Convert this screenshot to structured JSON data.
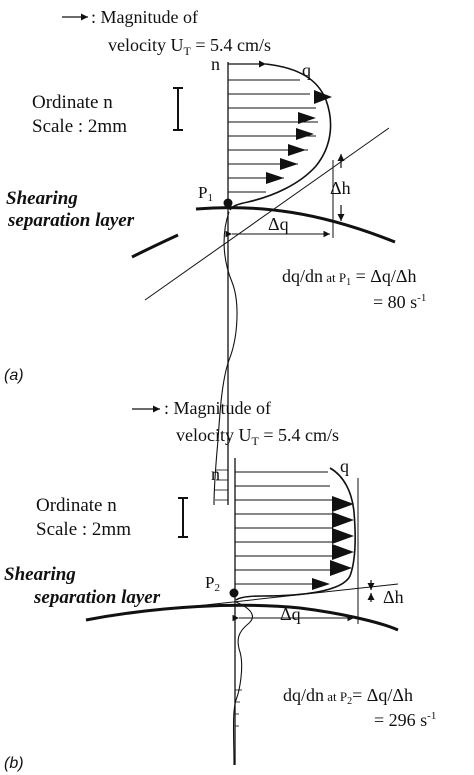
{
  "panels": [
    {
      "label": "(a)",
      "legend_line1": ": Magnitude of",
      "legend_line2": "velocity U",
      "legend_sub": "T",
      "legend_tail": " = 5.4 cm/s",
      "ordinate_label": "Ordinate n",
      "scale_label": "Scale : 2mm",
      "axis_n": "n",
      "curve_q": "q",
      "layer_line1": "Shearing",
      "layer_line2": "separation layer",
      "point": "P",
      "point_sub": "1",
      "delta_h": "Δh",
      "delta_q": "Δq",
      "formula_lhs": "dq/dn",
      "formula_at": " at P",
      "formula_at_sub": "1",
      "formula_rhs": " = Δq/Δh",
      "result": "=  80 s",
      "result_sup": "-1"
    },
    {
      "label": "(b)",
      "legend_line1": ": Magnitude of",
      "legend_line2": "velocity U",
      "legend_sub": "T",
      "legend_tail": " = 5.4 cm/s",
      "ordinate_label": "Ordinate n",
      "scale_label": "Scale : 2mm",
      "axis_n": "n",
      "curve_q": "q",
      "layer_line1": "Shearing",
      "layer_line2": "separation layer",
      "point": "P",
      "point_sub": "2",
      "delta_h": "Δh",
      "delta_q": "Δq",
      "formula_lhs": "dq/dn",
      "formula_at": " at P",
      "formula_at_sub": "2",
      "formula_rhs": "= Δq/Δh",
      "result": "= 296 s",
      "result_sup": "-1"
    }
  ]
}
